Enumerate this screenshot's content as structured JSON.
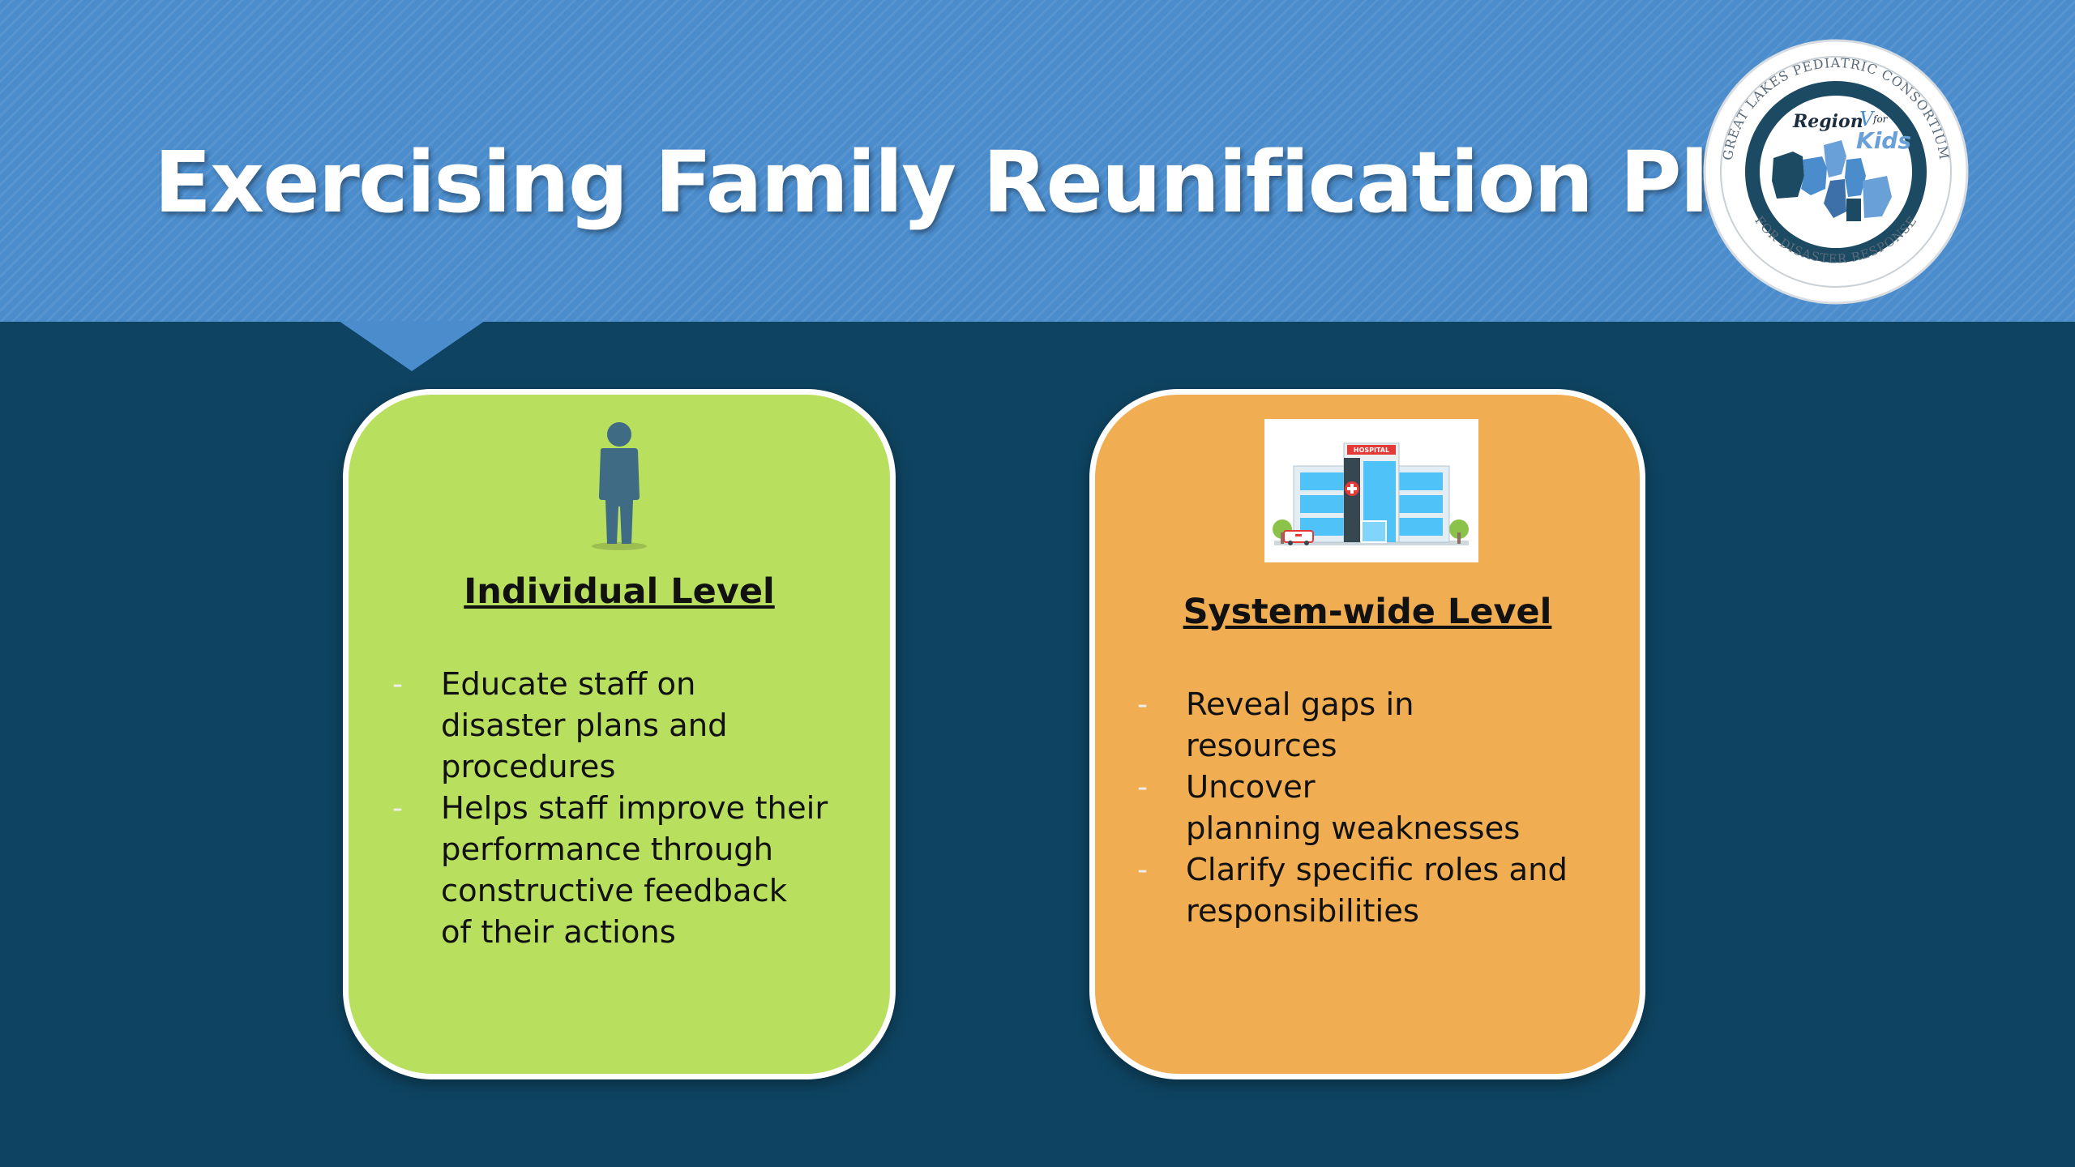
{
  "title": "Exercising Family Reunification Plans",
  "logo": {
    "ring_text_top": "GREAT LAKES PEDIATRIC CONSORTIUM",
    "ring_text_bottom": "FOR DISASTER RESPONSE",
    "center_region": "Region",
    "center_roman": "V",
    "center_for": "for",
    "center_kids": "Kids"
  },
  "cards": [
    {
      "heading": "Individual Level",
      "icon": "person-icon",
      "color": "#b8df5e",
      "bullet_marker": "-",
      "bullets": [
        [
          "Educate staff on",
          "disaster plans and",
          "procedures"
        ],
        [
          "Helps staff improve their",
          "performance through",
          "constructive feedback",
          "of their actions"
        ]
      ]
    },
    {
      "heading": "System-wide Level",
      "icon": "hospital-icon",
      "hospital_sign": "HOSPITAL",
      "color": "#f0ad51",
      "bullet_marker": "-",
      "bullets": [
        [
          "Reveal gaps in",
          "resources"
        ],
        [
          "Uncover",
          "planning weaknesses"
        ],
        [
          "Clarify specific roles and",
          "responsibilities"
        ]
      ]
    }
  ],
  "colors": {
    "banner": "#4a8ccc",
    "background": "#0e4461",
    "title_text": "#ffffff"
  }
}
